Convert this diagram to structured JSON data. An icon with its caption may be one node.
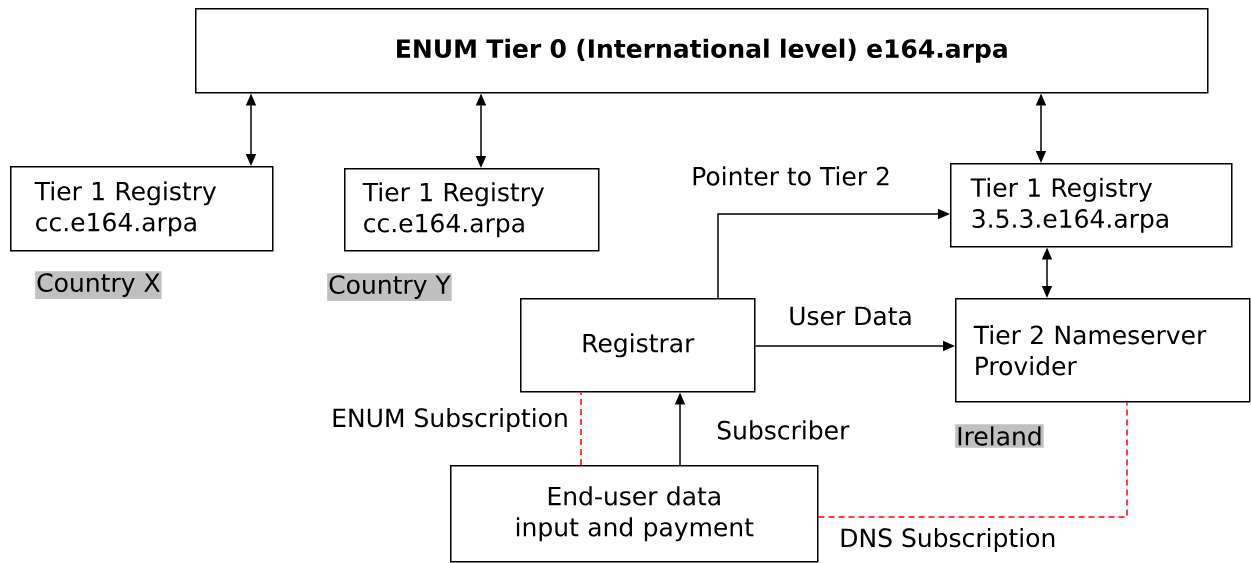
{
  "diagram": {
    "nodes": [
      {
        "text": [
          "ENUM Tier 0 (International level)  e164.arpa"
        ]
      },
      {
        "text": [
          "Tier 1 Registry cc.e164.arpa"
        ],
        "beside": [
          "Country X"
        ]
      },
      {
        "text": [
          "Tier 1 Registry cc.e164.arpa"
        ],
        "beside": [
          "Country Y"
        ]
      },
      {
        "text": [
          "Tier 1 Registry 3.5.3.e164.arpa"
        ]
      },
      {
        "text": [
          "Registrar"
        ]
      },
      {
        "text": [
          "Tier 2 Nameserver Provider"
        ],
        "beside": [
          "Ireland"
        ]
      },
      {
        "text": [
          "End-user data input and payment"
        ]
      }
    ],
    "edges": [
      {
        "from": 0,
        "to": 1,
        "arrow": "both"
      },
      {
        "from": 0,
        "to": 2,
        "arrow": "both"
      },
      {
        "from": 0,
        "to": 3,
        "arrow": "both"
      },
      {
        "from": 3,
        "to": 5,
        "arrow": "both"
      },
      {
        "from": 4,
        "to": 3,
        "arrow": "to",
        "label": "Pointer to Tier 2"
      },
      {
        "from": 4,
        "to": 5,
        "arrow": "to",
        "label": "User Data"
      },
      {
        "from": 6,
        "to": 4,
        "arrow": "to",
        "label": "Subscriber"
      },
      {
        "from": 6,
        "to": 4,
        "arrow": "none",
        "label": "ENUM Subscription",
        "style": "dashed",
        "color": "#ff0000"
      },
      {
        "from": 6,
        "to": 5,
        "arrow": "none",
        "label": "DNS Subscription",
        "style": "dashed",
        "color": "#ff0000"
      }
    ]
  }
}
